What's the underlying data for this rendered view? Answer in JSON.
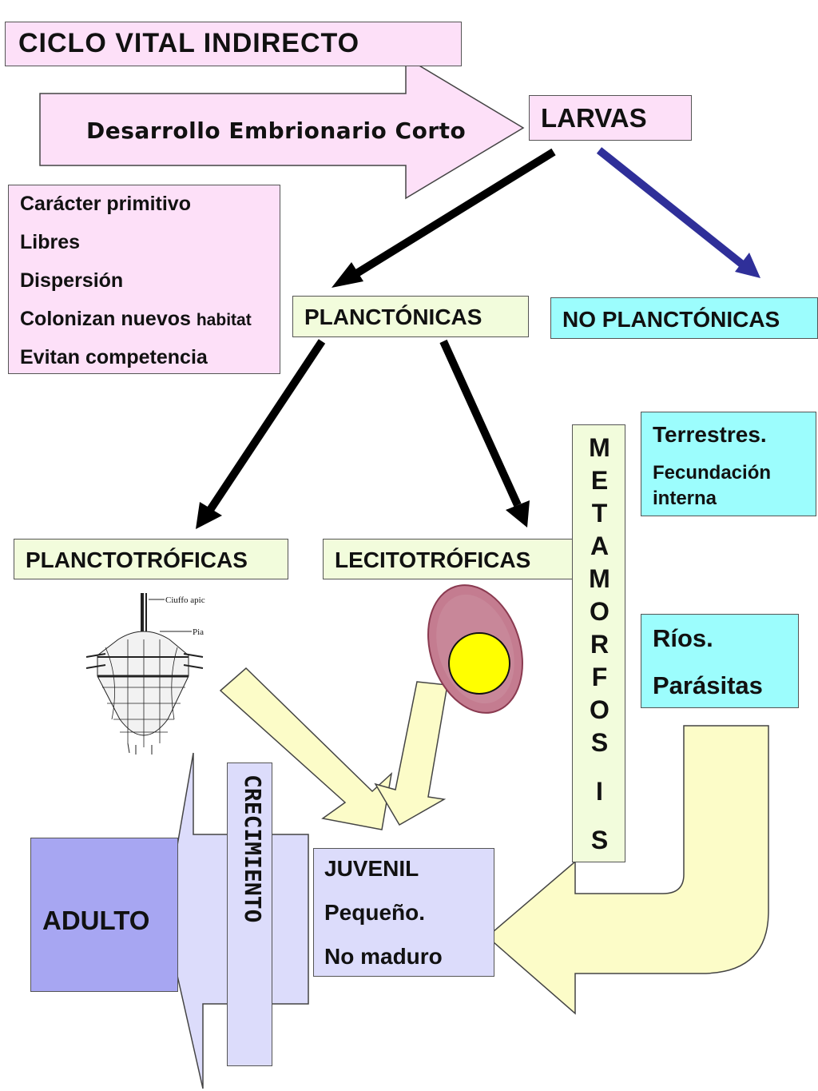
{
  "title": "CICLO VITAL INDIRECTO",
  "arrow_top_label": "Desarrollo Embrionario Corto",
  "larvas": "LARVAS",
  "traits": [
    "Carácter primitivo",
    "Libres",
    "Dispersión",
    "Colonizan nuevos",
    "Evitan competencia"
  ],
  "traits_habitat_word": "habitat",
  "planctonicas": "PLANCTÓNICAS",
  "no_planctonicas": "NO PLANCTÓNICAS",
  "terrestres": "Terrestres.",
  "fecundacion": "Fecundación interna",
  "planctotroficas": "PLANCTOTRÓFICAS",
  "lecitotroficas": "LECITOTRÓFICAS",
  "metamorfosis_letters": [
    "M",
    "E",
    "T",
    "A",
    "M",
    "O",
    "R",
    "F",
    "O",
    "S",
    "I",
    "S"
  ],
  "rios": "Ríos.",
  "parasitas": "Parásitas",
  "crecimiento": "CRECIMIENTO",
  "adulto": "ADULTO",
  "juvenil": [
    "JUVENIL",
    "Pequeño.",
    "No maduro"
  ],
  "larva_drawing_labels": [
    "Ciuffo apic",
    "Pia"
  ],
  "colors": {
    "pink": "#fde0f8",
    "light_green": "#f2fcdc",
    "cyan": "#9cfdfd",
    "cream": "#fcfcc8",
    "lavender": "#dcdcfb",
    "adult_purple": "#a7a6f2",
    "navy_arrow": "#2f2f99"
  }
}
